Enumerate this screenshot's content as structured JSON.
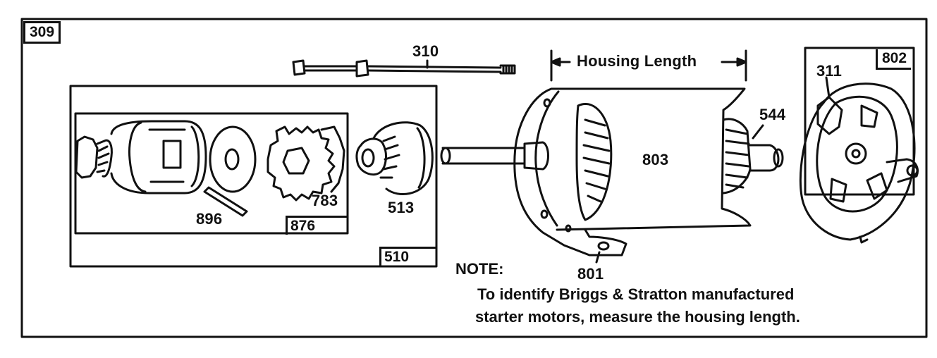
{
  "diagram": {
    "figure_number": "309",
    "parts": {
      "p310": "310",
      "p311": "311",
      "p510": "510",
      "p513": "513",
      "p544": "544",
      "p783": "783",
      "p801": "801",
      "p802": "802",
      "p803": "803",
      "p876": "876",
      "p896": "896"
    },
    "dimension_label": "Housing Length",
    "note_heading": "NOTE:",
    "note_line1": "To identify Briggs & Stratton manufactured",
    "note_line2": "starter motors, measure the housing length."
  },
  "colors": {
    "ink": "#111111",
    "paper": "#ffffff"
  },
  "icons": [
    "starter-motor-exploded-view"
  ]
}
